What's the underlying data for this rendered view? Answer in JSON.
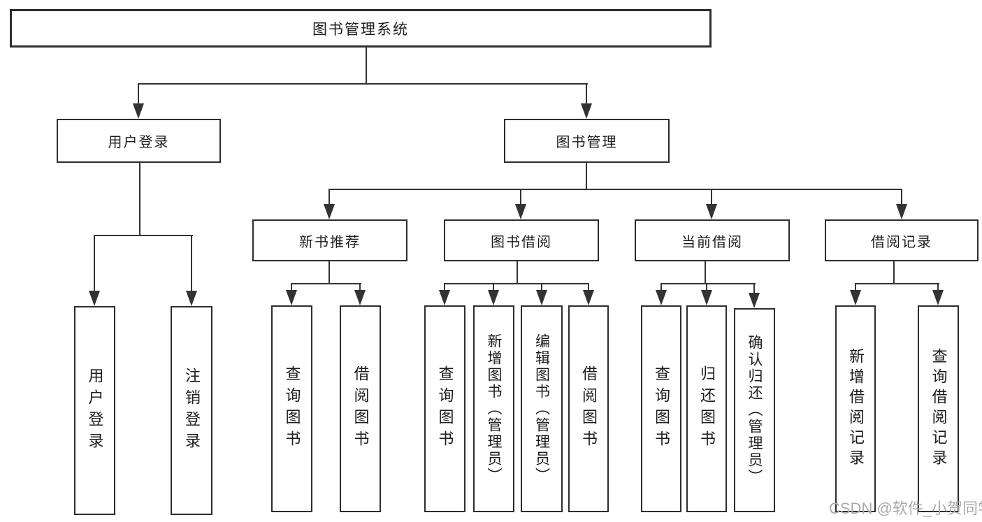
{
  "tree": {
    "label": "图书管理系统",
    "children": [
      {
        "label": "用户登录",
        "children": [
          {
            "label": "用户登录"
          },
          {
            "label": "注销登录"
          }
        ]
      },
      {
        "label": "图书管理",
        "children": [
          {
            "label": "新书推荐",
            "children": [
              {
                "label": "查询图书"
              },
              {
                "label": "借阅图书"
              }
            ]
          },
          {
            "label": "图书借阅",
            "children": [
              {
                "label": "查询图书"
              },
              {
                "label": "新增图书（管理员）"
              },
              {
                "label": "编辑图书（管理员）"
              },
              {
                "label": "借阅图书"
              }
            ]
          },
          {
            "label": "当前借阅",
            "children": [
              {
                "label": "查询图书"
              },
              {
                "label": "归还图书"
              },
              {
                "label": "确认归还（管理员）"
              }
            ]
          },
          {
            "label": "借阅记录",
            "children": [
              {
                "label": "新增借阅记录"
              },
              {
                "label": "查询借阅记录"
              }
            ]
          }
        ]
      }
    ]
  },
  "watermark": {
    "text": "CSDN @软件_小贺同学"
  },
  "colors": {
    "line": "#333333",
    "border": "#2d2d2d",
    "text": "#1c1c1c",
    "background": "#ffffff",
    "watermark": "#aaaaaa"
  }
}
